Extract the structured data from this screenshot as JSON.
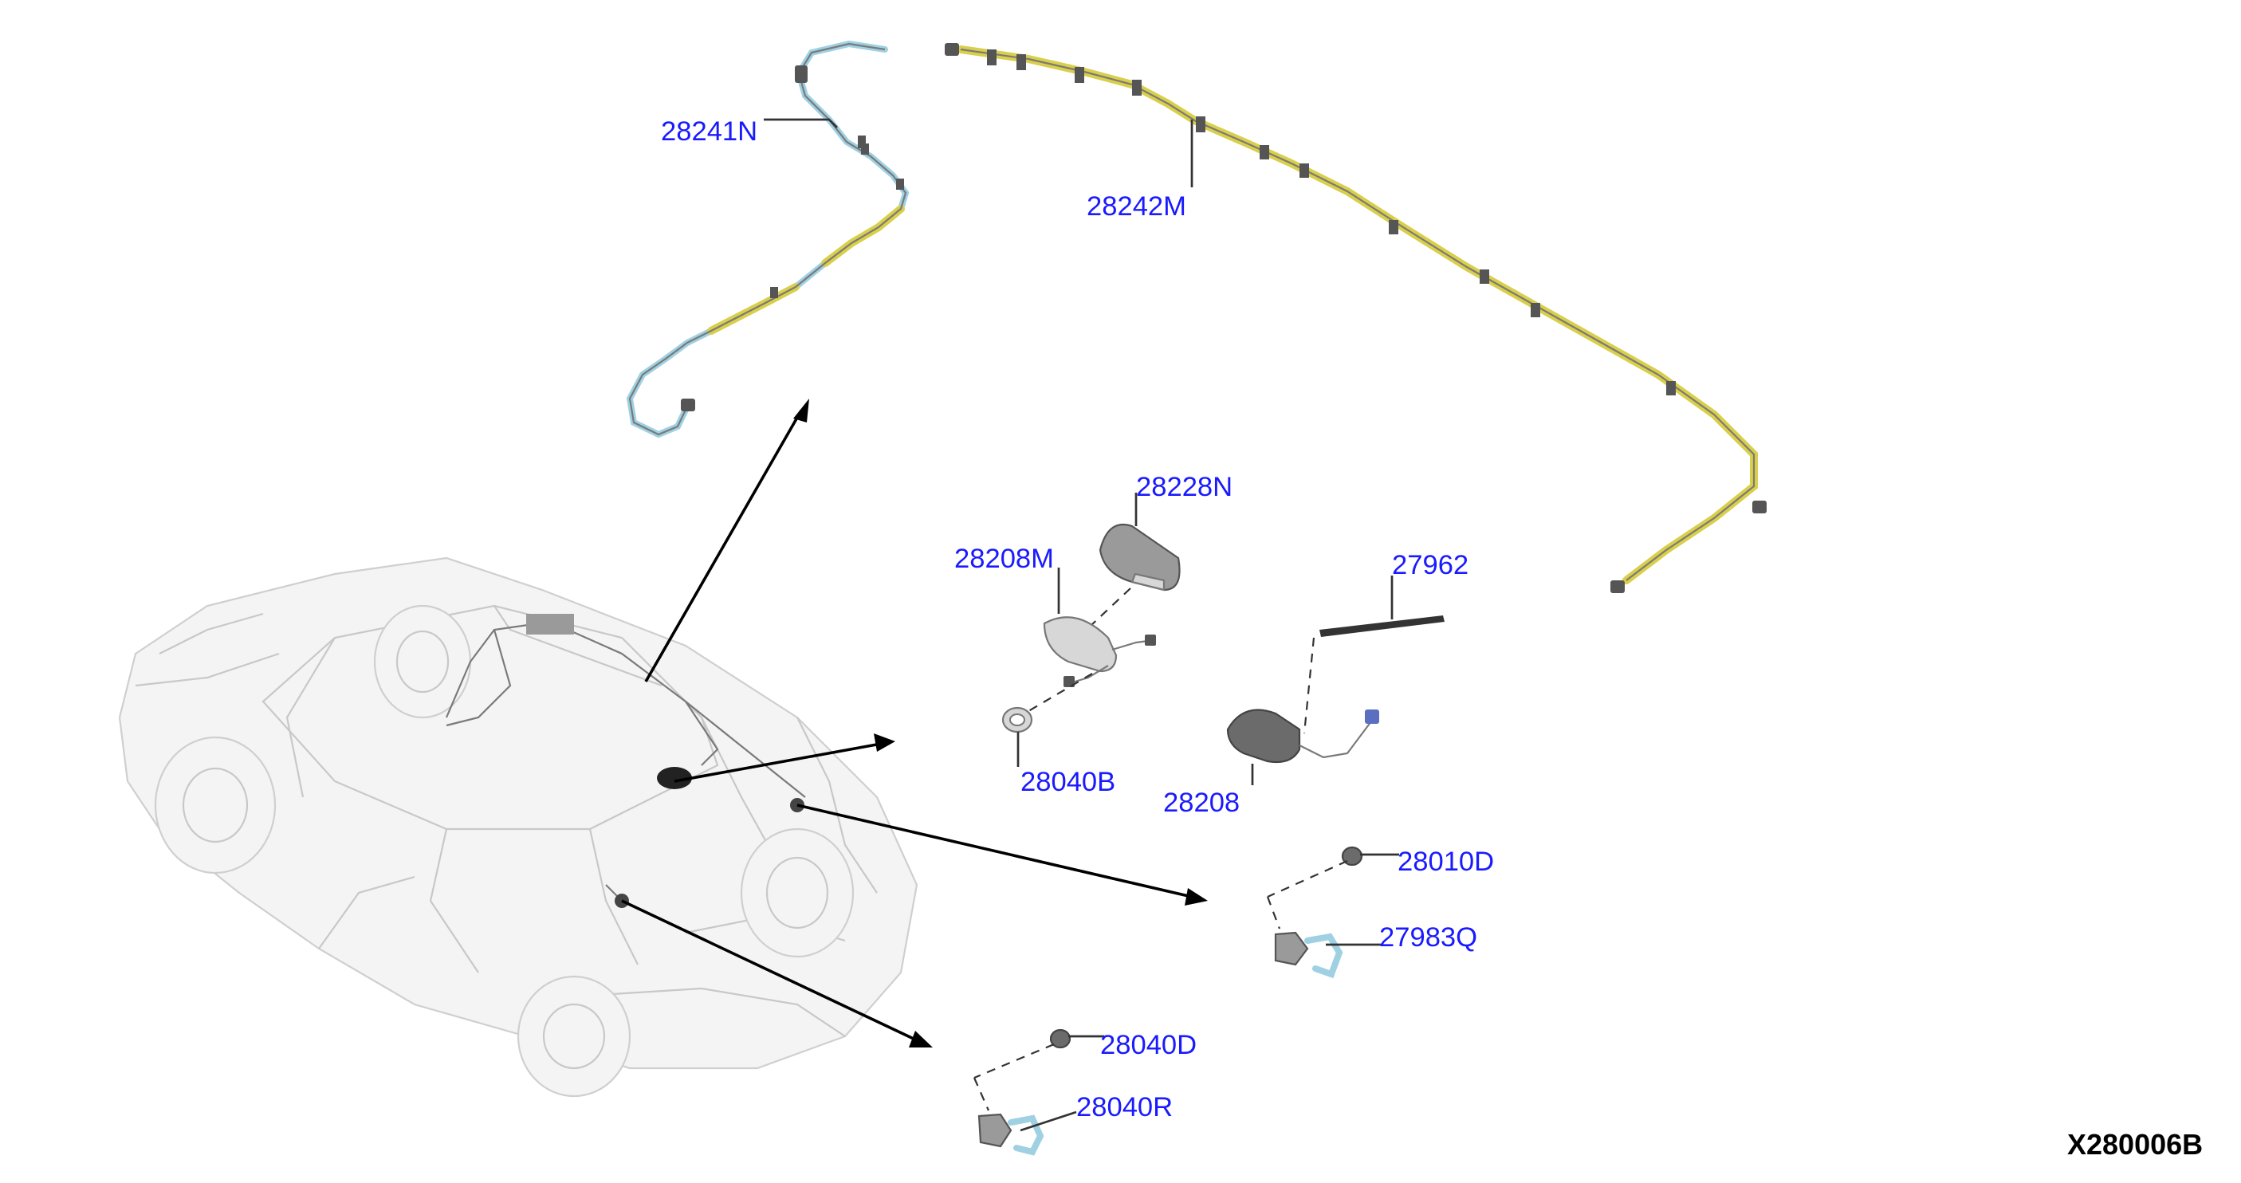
{
  "callouts": {
    "p28241N": "28241N",
    "p28242M": "28242M",
    "p28228N": "28228N",
    "p28208M": "28208M",
    "p27962": "27962",
    "p28040B": "28040B",
    "p28208": "28208",
    "p28010D": "28010D",
    "p27983Q": "27983Q",
    "p28040D": "28040D",
    "p28040R": "28040R"
  },
  "diagram_code": "X280006B",
  "colors": {
    "callout_text": "#1a1aff",
    "harness_yellow": "#d9cf4a",
    "harness_blue": "#9fd1e3"
  }
}
